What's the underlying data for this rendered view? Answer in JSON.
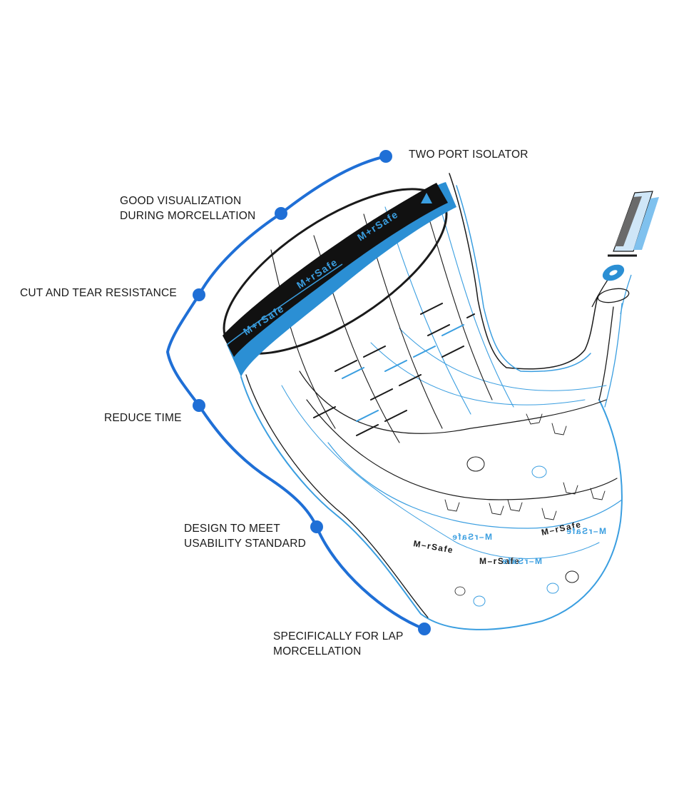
{
  "colors": {
    "accent_blue": "#1f6fd6",
    "bag_blue": "#3a9ee0",
    "band_blue": "#2b8fd4",
    "band_dark": "#111111",
    "outline": "#1a1a1a",
    "text": "#1a1a1a"
  },
  "callouts": [
    {
      "id": "two-port",
      "lines": [
        "TWO PORT ISOLATOR"
      ]
    },
    {
      "id": "visualization",
      "lines": [
        "GOOD VISUALIZATION",
        "DURING MORCELLATION"
      ]
    },
    {
      "id": "cut-tear",
      "lines": [
        "CUT AND TEAR RESISTANCE"
      ]
    },
    {
      "id": "reduce-time",
      "lines": [
        "REDUCE TIME"
      ]
    },
    {
      "id": "usability",
      "lines": [
        "DESIGN TO MEET",
        "USABILITY STANDARD"
      ]
    },
    {
      "id": "lap-morcellation",
      "lines": [
        "SPECIFICALLY FOR LAP",
        "MORCELLATION"
      ]
    }
  ],
  "brand": {
    "band_text": "M",
    "band_text_small": "+r",
    "band_text_tail": "Safe",
    "bag_print": "M–rSafe"
  }
}
